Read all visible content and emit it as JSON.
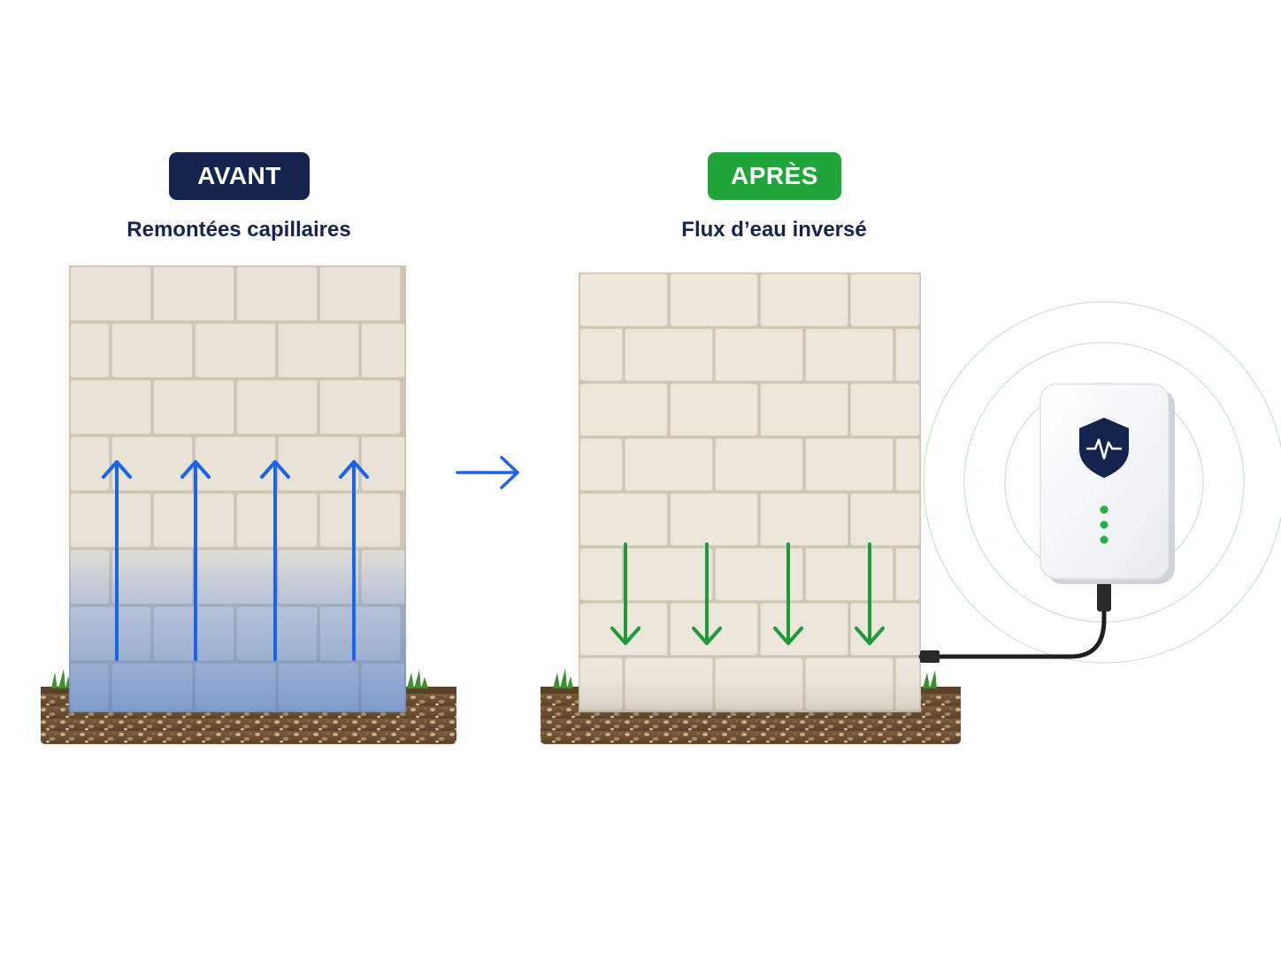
{
  "before": {
    "badge": "AVANT",
    "subtitle": "Remontées capillaires"
  },
  "after": {
    "badge": "APRÈS",
    "subtitle": "Flux d’eau inversé"
  },
  "colors": {
    "before_badge": "#14244e",
    "after_badge": "#1fa53a",
    "subtitle": "#14244e",
    "moisture_arrow": "#1a63ef",
    "reverse_arrow": "#1f9a38",
    "stone": "#e9e2d6",
    "mortar": "#cfc5b4",
    "soil": "#6f5335",
    "device_shield": "#14244e",
    "device_led": "#26b04a"
  },
  "icons": {
    "transition": "arrow-right-icon",
    "device_logo": "shield-pulse-icon"
  }
}
